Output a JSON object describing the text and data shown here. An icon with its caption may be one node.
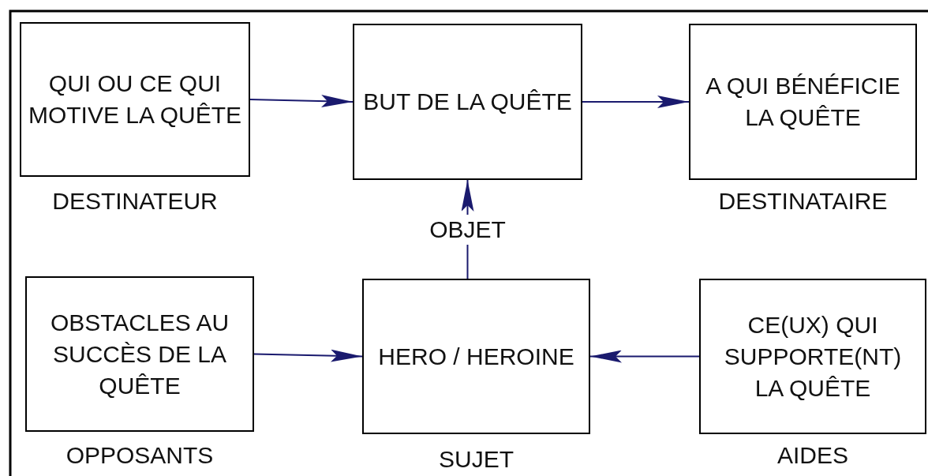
{
  "diagram": {
    "nodes": [
      {
        "text": [
          "QUI OU CE QUI MOTIVE LA QUÊTE"
        ],
        "beside": [
          "DESTINATEUR"
        ]
      },
      {
        "text": [
          "BUT DE LA QUÊTE"
        ]
      },
      {
        "text": [
          "A QUI BÉNÉFICIE LA QUÊTE"
        ],
        "beside": [
          "DESTINATAIRE"
        ]
      },
      {
        "text": [
          "OBSTACLES AU SUCCÈS DE LA QUÊTE"
        ],
        "beside": [
          "OPPOSANTS"
        ]
      },
      {
        "text": [
          "HERO / HEROINE"
        ],
        "beside": [
          "SUJET"
        ]
      },
      {
        "text": [
          "CE(UX) QUI SUPPORTE(NT) LA QUÊTE"
        ],
        "beside": [
          "AIDES"
        ]
      }
    ],
    "edges": [
      {
        "from": 0,
        "to": 1,
        "arrow": "to"
      },
      {
        "from": 1,
        "to": 2,
        "arrow": "to"
      },
      {
        "from": 4,
        "to": 1,
        "arrow": "to",
        "label": "OBJET"
      },
      {
        "from": 3,
        "to": 4,
        "arrow": "to"
      },
      {
        "from": 5,
        "to": 4,
        "arrow": "to"
      }
    ]
  }
}
